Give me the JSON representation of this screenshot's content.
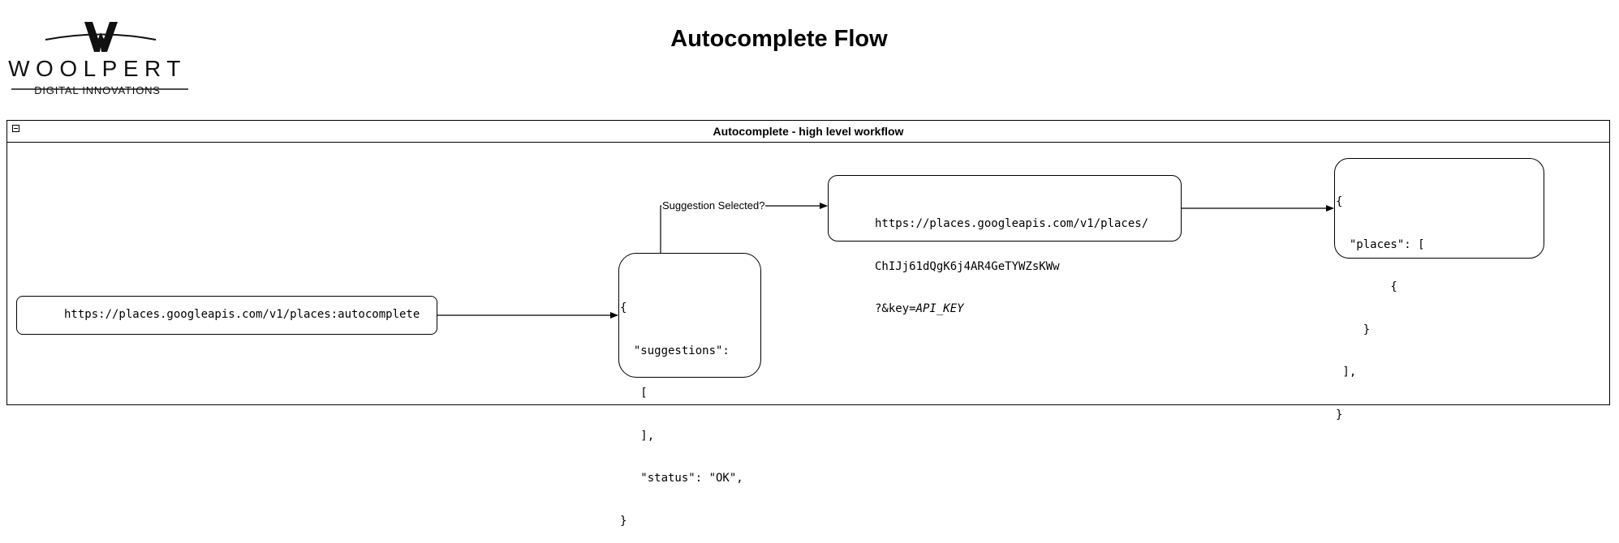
{
  "logo": {
    "wordmark": "WOOLPERT",
    "tagline": "DIGITAL INNOVATIONS"
  },
  "page_title": "Autocomplete Flow",
  "swimlane": {
    "title": "Autocomplete - high level workflow"
  },
  "nodes": {
    "autocomplete_request": {
      "text": "https://places.googleapis.com/v1/places:autocomplete"
    },
    "suggestions_response": {
      "lines": [
        "{",
        "  \"suggestions\":",
        "   [",
        "   ],",
        "   \"status\": \"OK\",",
        "}"
      ]
    },
    "place_details_request": {
      "line1": "https://places.googleapis.com/v1/places/",
      "line2": "ChIJj61dQgK6j4AR4GeTYWZsKWw",
      "line3_prefix": "?&key=",
      "line3_italic": "API_KEY"
    },
    "places_response": {
      "lines": [
        "{",
        "  \"places\": [",
        "        {",
        "    }",
        " ],",
        "}"
      ]
    }
  },
  "edges": {
    "suggestion_selected_label": "Suggestion Selected?"
  },
  "colors": {
    "stroke": "#000000",
    "background": "#ffffff"
  }
}
